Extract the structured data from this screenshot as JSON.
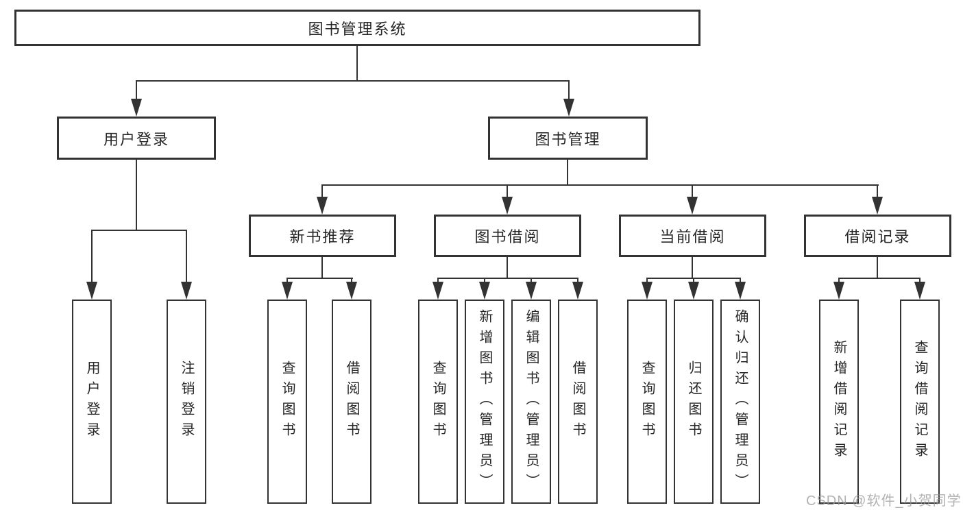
{
  "watermark": "CSDN @软件_小贺同学",
  "colors": {
    "line": "#333333",
    "box_border": "#333333",
    "text": "#262626",
    "background": "#ffffff",
    "watermark_gray": "#949494"
  },
  "diagram": {
    "root": "图书管理系统",
    "branches": [
      {
        "label": "用户登录",
        "leaves": [
          "用户登录",
          "注销登录"
        ]
      },
      {
        "label": "图书管理",
        "sections": [
          {
            "label": "新书推荐",
            "leaves": [
              "查询图书",
              "借阅图书"
            ]
          },
          {
            "label": "图书借阅",
            "leaves": [
              "查询图书",
              "新增图书（管理员）",
              "编辑图书（管理员）",
              "借阅图书"
            ]
          },
          {
            "label": "当前借阅",
            "leaves": [
              "查询图书",
              "归还图书",
              "确认归还（管理员）"
            ]
          },
          {
            "label": "借阅记录",
            "leaves": [
              "新增借阅记录",
              "查询借阅记录"
            ]
          }
        ]
      }
    ]
  }
}
